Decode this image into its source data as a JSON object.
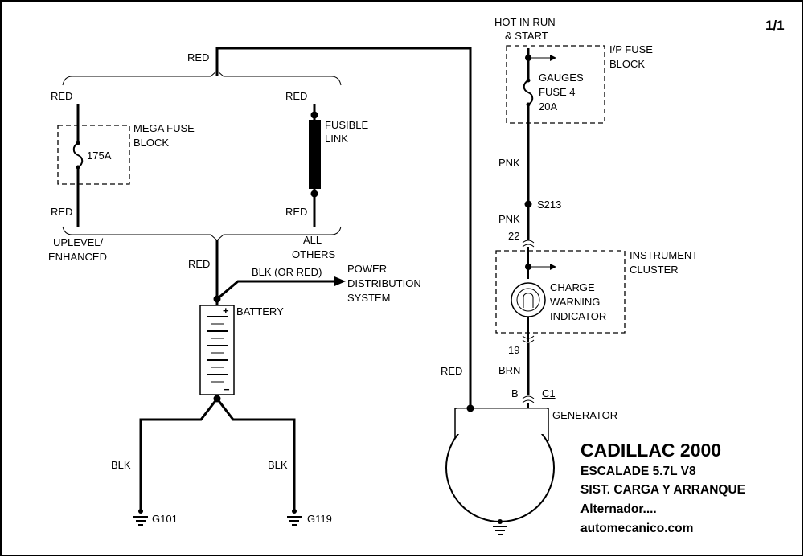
{
  "page": {
    "number": "1/1"
  },
  "labels": {
    "hot_in_run": "HOT IN RUN",
    "and_start": "& START",
    "ip_fuse_block_1": "I/P FUSE",
    "ip_fuse_block_2": "BLOCK",
    "gauges_1": "GAUGES",
    "gauges_2": "FUSE 4",
    "gauges_3": "20A",
    "mega_fuse_1": "MEGA FUSE",
    "mega_fuse_2": "BLOCK",
    "mega_fuse_rating": "175A",
    "fusible_1": "FUSIBLE",
    "fusible_2": "LINK",
    "uplevel_1": "UPLEVEL/",
    "uplevel_2": "ENHANCED",
    "all_others_1": "ALL",
    "all_others_2": "OTHERS",
    "blk_or_red": "BLK (OR RED)",
    "power_1": "POWER",
    "power_2": "DISTRIBUTION",
    "power_3": "SYSTEM",
    "battery": "BATTERY",
    "battery_plus": "+",
    "battery_minus": "−",
    "splice": "S213",
    "pin_22": "22",
    "pin_19": "19",
    "instrument_1": "INSTRUMENT",
    "instrument_2": "CLUSTER",
    "charge_1": "CHARGE",
    "charge_2": "WARNING",
    "charge_3": "INDICATOR",
    "pin_b": "B",
    "connector_c1": "C1",
    "generator": "GENERATOR",
    "g101": "G101",
    "g119": "G119"
  },
  "wires": {
    "red": "RED",
    "pnk": "PNK",
    "brn": "BRN",
    "blk": "BLK"
  },
  "title_block": {
    "line1": "CADILLAC 2000",
    "line2": "ESCALADE  5.7L  V8",
    "line3": "SIST. CARGA Y ARRANQUE",
    "line4": "Alternador....",
    "line5": "automecanico.com"
  },
  "colors": {
    "ink": "#000000",
    "background": "#ffffff"
  }
}
